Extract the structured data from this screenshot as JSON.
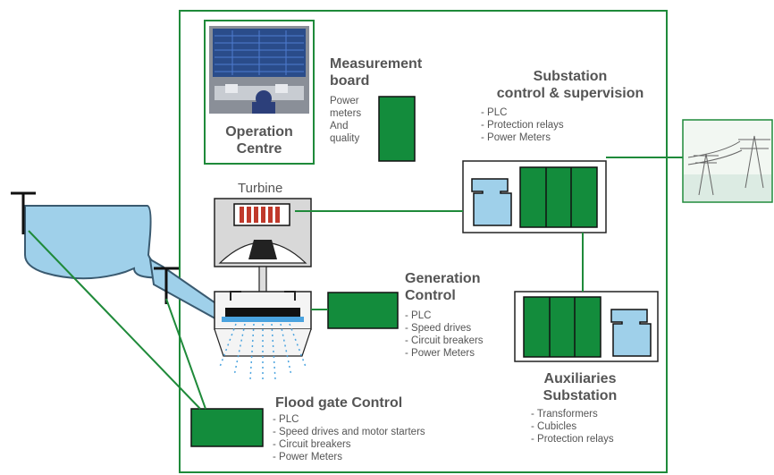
{
  "colors": {
    "frame": "#1f8a3a",
    "green_block": "#138c3c",
    "water": "#9fd0ea",
    "text": "#555555"
  },
  "operation_centre": {
    "title_line1": "Operation",
    "title_line2": "Centre"
  },
  "measurement_board": {
    "title_line1": "Measurement",
    "title_line2": "board",
    "items": [
      "Power",
      "meters",
      "And",
      "quality"
    ]
  },
  "substation_control": {
    "title_line1": "Substation",
    "title_line2": "control & supervision",
    "items": [
      "- PLC",
      "- Protection relays",
      "- Power Meters"
    ]
  },
  "turbine": {
    "label": "Turbine"
  },
  "generation_control": {
    "title_line1": "Generation",
    "title_line2": "Control",
    "items": [
      "- PLC",
      "- Speed drives",
      "- Circuit breakers",
      "- Power Meters"
    ]
  },
  "auxiliaries_substation": {
    "title_line1": "Auxiliaries",
    "title_line2": "Substation",
    "items": [
      "- Transformers",
      "- Cubicles",
      "- Protection relays"
    ]
  },
  "flood_gate_control": {
    "title": "Flood gate Control",
    "items": [
      "- PLC",
      "- Speed drives and motor starters",
      "- Circuit breakers",
      "- Power Meters"
    ]
  },
  "icons": [
    "control-room-photo",
    "transmission-tower-icon",
    "switchgear-icon",
    "reservoir-icon",
    "valve-icon",
    "turbine-icon"
  ]
}
